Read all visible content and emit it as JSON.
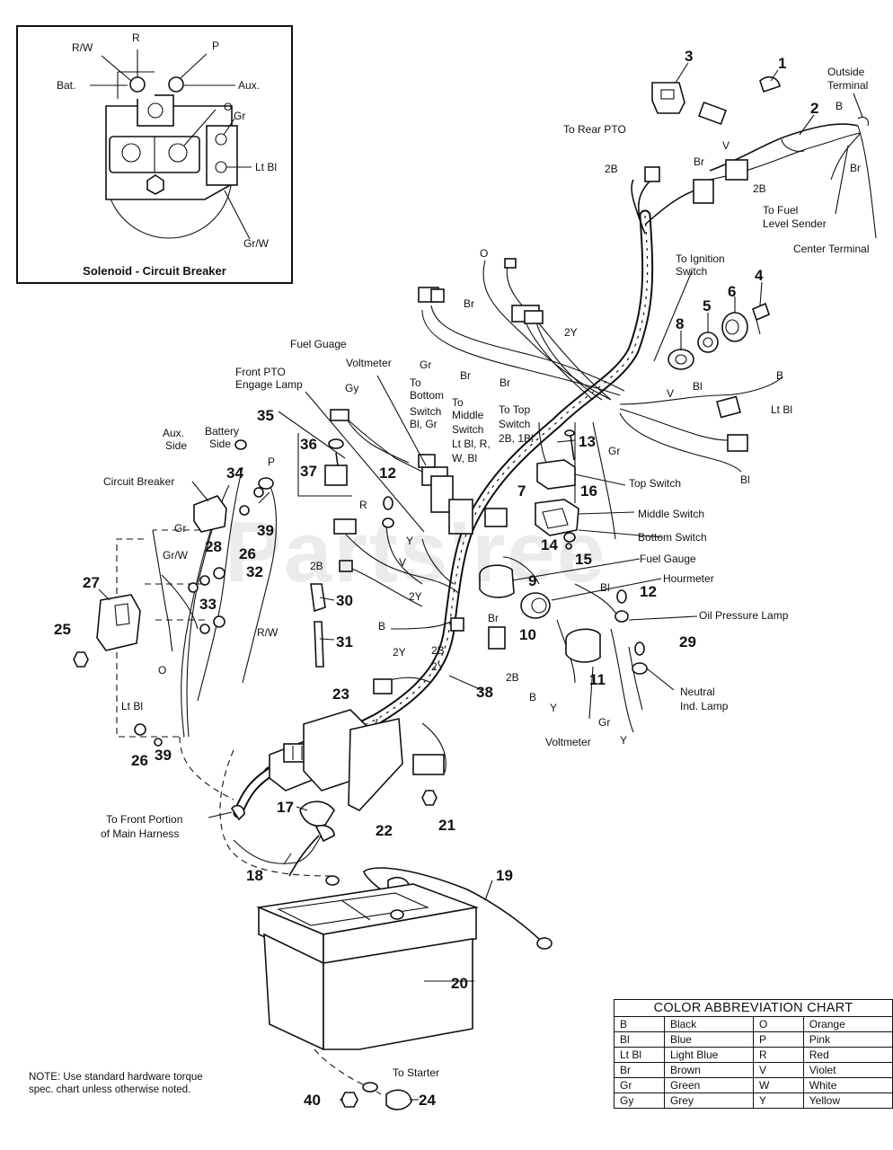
{
  "inset": {
    "title": "Solenoid - Circuit Breaker",
    "labels": [
      "R/W",
      "R",
      "P",
      "Bat.",
      "Aux.",
      "O",
      "Gr",
      "Lt Bl",
      "Gr/W"
    ]
  },
  "watermark": "Parts'ree",
  "callouts": {
    "to_rear_pto": "To  Rear PTO",
    "outside_terminal_1": "Outside",
    "outside_terminal_2": "Terminal",
    "to_fuel_1": "To Fuel",
    "to_fuel_2": "Level Sender",
    "center_terminal": "Center Terminal",
    "to_ignition_1": "To Ignition",
    "to_ignition_2": "Switch",
    "fuel_guage": "Fuel Guage",
    "voltmeter_top": "Voltmeter",
    "front_pto_1": "Front PTO",
    "front_pto_2": "Engage Lamp",
    "to_bottom_1": "To",
    "to_bottom_2": "Bottom",
    "to_bottom_3": "Switch",
    "to_bottom_4": "Bl, Gr",
    "to_middle_1": "To",
    "to_middle_2": "Middle",
    "to_middle_3": "Switch",
    "to_middle_4": "Lt Bl, R,",
    "to_middle_5": "W, Bl",
    "to_top_1": "To Top",
    "to_top_2": "Switch",
    "to_top_3": "2B, 1Bl",
    "aux_side_1": "Aux.",
    "aux_side_2": "Side",
    "battery_side_1": "Battery",
    "battery_side_2": "Side",
    "circuit_breaker": "Circuit Breaker",
    "top_switch": "Top Switch",
    "middle_switch": "Middle Switch",
    "bottom_switch": "Bottom Switch",
    "fuel_gauge": "Fuel Gauge",
    "hourmeter": "Hourmeter",
    "oil_pressure": "Oil Pressure Lamp",
    "neutral_1": "Neutral",
    "neutral_2": "Ind. Lamp",
    "voltmeter_bottom": "Voltmeter",
    "to_front_1": "To Front Portion",
    "to_front_2": "of Main Harness",
    "to_starter": "To Starter"
  },
  "wire_labels": {
    "b_top": "B",
    "br_top_left": "Br",
    "v_top": "V",
    "two_b_top": "2B",
    "br_top_right": "Br",
    "two_b_rear": "2B",
    "o_mid": "O",
    "br_mid": "Br",
    "two_y_mid": "2Y",
    "gr_mid": "Gr",
    "br_mid_low": "Br",
    "br_mid_low2": "Br",
    "v_right": "V",
    "bl_right": "Bl",
    "b_right": "B",
    "lt_bl_right": "Lt Bl",
    "bl_right_low": "Bl",
    "gr_right": "Gr",
    "gy": "Gy",
    "p_bat": "P",
    "gr_cb": "Gr",
    "gr_w_cb": "Gr/W",
    "r_w_cb": "R/W",
    "o_cb": "O",
    "lt_bl_cb": "Lt Bl",
    "r_center": "R",
    "y_center": "Y",
    "v_center": "V",
    "two_b_center": "2B",
    "two_y_center": "2Y",
    "b_center": "B",
    "two_b_low": "2B",
    "two_y_low": "2Y",
    "br_center": "Br",
    "two_b_low2": "2B",
    "two_y_harness": "2Y",
    "b_low": "B",
    "y_low": "Y",
    "bl_oil": "Bl",
    "gr_low": "Gr",
    "y_neutral": "Y"
  },
  "parts": [
    "1",
    "2",
    "3",
    "4",
    "5",
    "6",
    "7",
    "8",
    "9",
    "10",
    "11",
    "12",
    "12",
    "13",
    "14",
    "15",
    "16",
    "17",
    "18",
    "19",
    "20",
    "21",
    "22",
    "23",
    "24",
    "25",
    "26",
    "26",
    "27",
    "28",
    "29",
    "30",
    "31",
    "32",
    "33",
    "34",
    "35",
    "36",
    "37",
    "38",
    "39",
    "39",
    "40"
  ],
  "note": "NOTE: Use standard hardware torque spec. chart unless otherwise noted.",
  "legend": {
    "title": "COLOR ABBREVIATION CHART",
    "rows": [
      [
        "B",
        "Black",
        "O",
        "Orange"
      ],
      [
        "Bl",
        "Blue",
        "P",
        "Pink"
      ],
      [
        "Lt Bl",
        "Light Blue",
        "R",
        "Red"
      ],
      [
        "Br",
        "Brown",
        "V",
        "Violet"
      ],
      [
        "Gr",
        "Green",
        "W",
        "White"
      ],
      [
        "Gy",
        "Grey",
        "Y",
        "Yellow"
      ]
    ]
  }
}
